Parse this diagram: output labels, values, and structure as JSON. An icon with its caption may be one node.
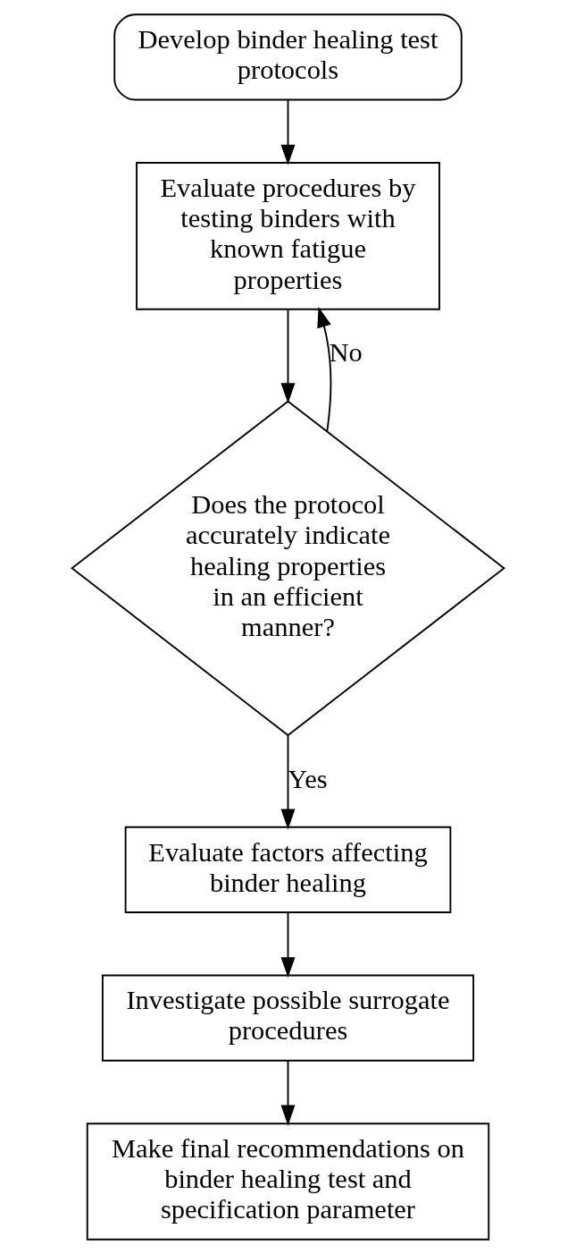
{
  "diagram": {
    "nodes": [
      {
        "text": [
          "Develop binder healing test protocols"
        ]
      },
      {
        "text": [
          "Evaluate procedures by testing binders with known fatigue properties"
        ]
      },
      {
        "text": [
          "Does the protocol accurately indicate healing properties in an efficient manner?"
        ]
      },
      {
        "text": [
          "Evaluate factors affecting binder healing"
        ]
      },
      {
        "text": [
          "Investigate possible surrogate procedures"
        ]
      },
      {
        "text": [
          "Make final recommendations on binder healing test and specification parameter"
        ]
      }
    ],
    "edges": [
      {
        "from": 0,
        "to": 1,
        "arrow": "to"
      },
      {
        "from": 1,
        "to": 2,
        "arrow": "to"
      },
      {
        "from": 2,
        "to": 1,
        "arrow": "to",
        "label": "No"
      },
      {
        "from": 2,
        "to": 3,
        "arrow": "to",
        "label": "Yes"
      },
      {
        "from": 3,
        "to": 4,
        "arrow": "to"
      },
      {
        "from": 4,
        "to": 5,
        "arrow": "to"
      }
    ]
  }
}
